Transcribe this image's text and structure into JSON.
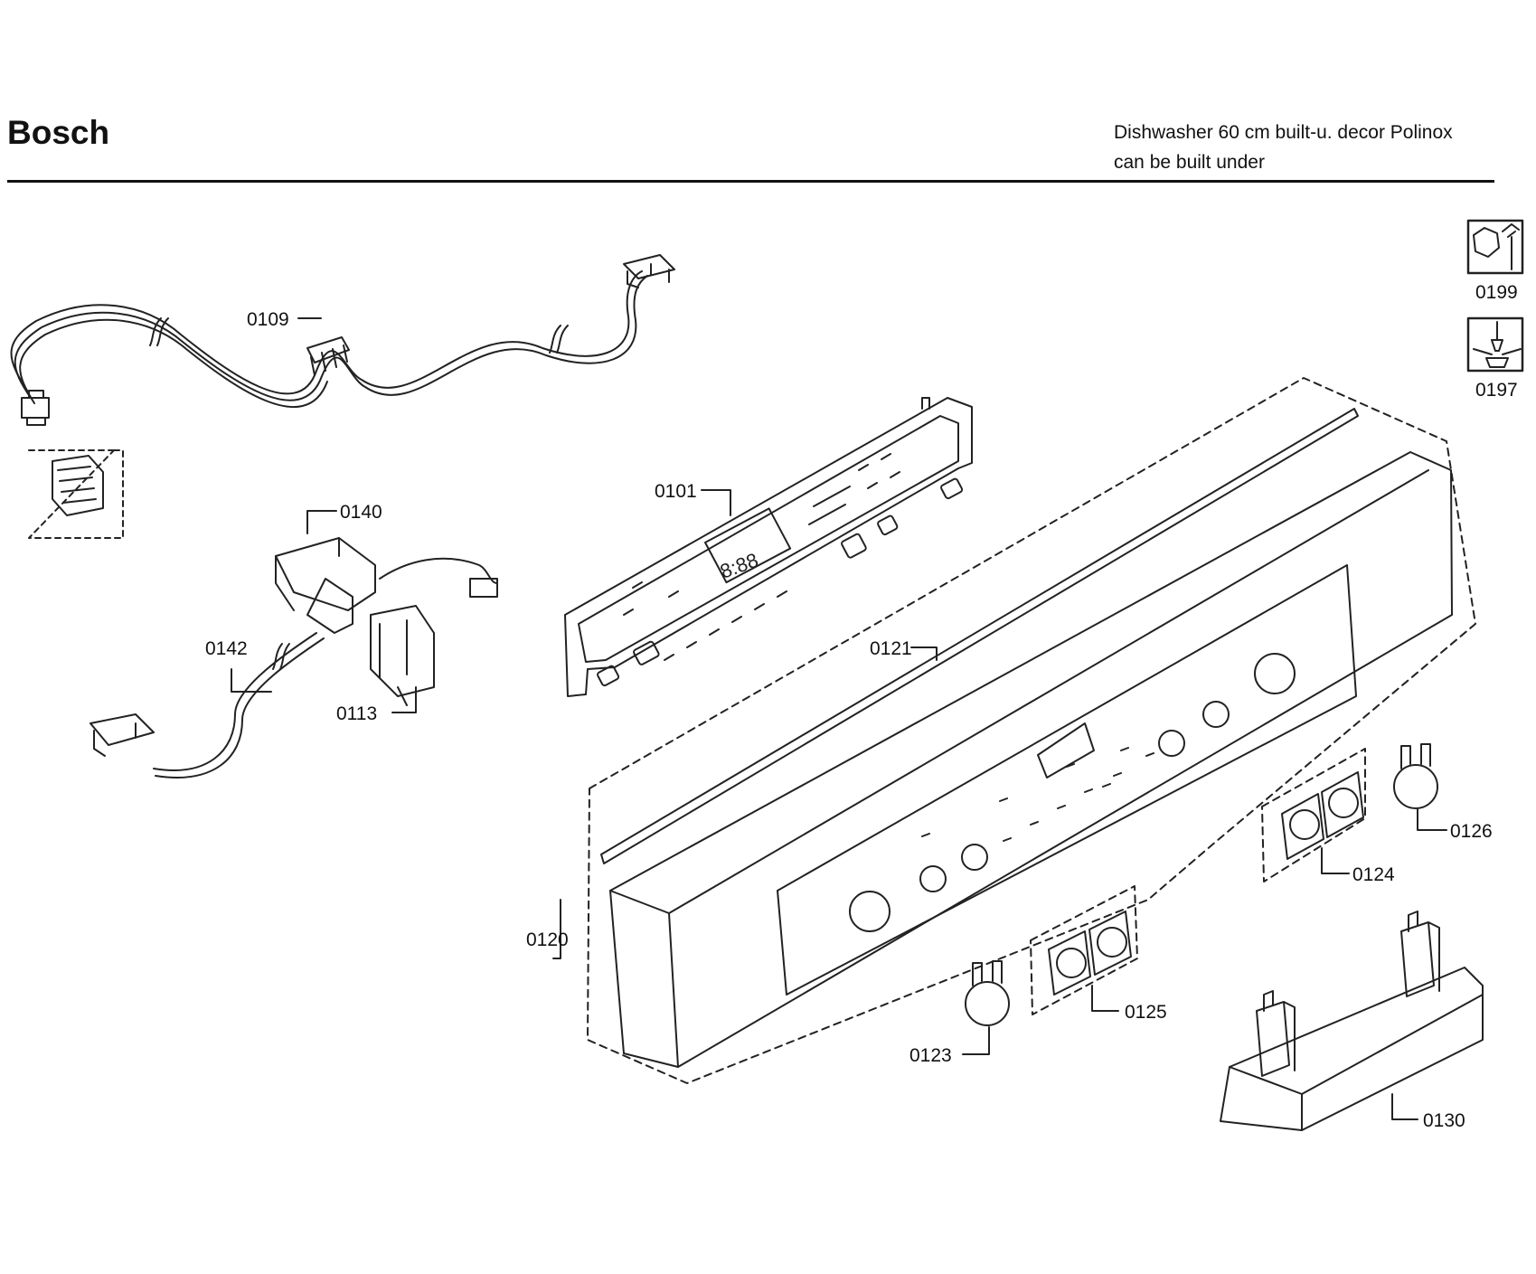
{
  "header": {
    "brand": "Bosch",
    "subtitle_line1": "Dishwasher 60 cm built-u. decor Polinox",
    "subtitle_line2": "can be built under"
  },
  "tools": [
    {
      "id": "0199",
      "icon": "wrench-nut-icon"
    },
    {
      "id": "0197",
      "icon": "screwdriver-icon"
    }
  ],
  "parts": {
    "p0109": "0109",
    "p0101": "0101",
    "p0140": "0140",
    "p0142": "0142",
    "p0113": "0113",
    "p0121": "0121",
    "p0120": "0120",
    "p0123": "0123",
    "p0125": "0125",
    "p0124": "0124",
    "p0126": "0126",
    "p0130": "0130"
  },
  "display_readout": "8:88"
}
